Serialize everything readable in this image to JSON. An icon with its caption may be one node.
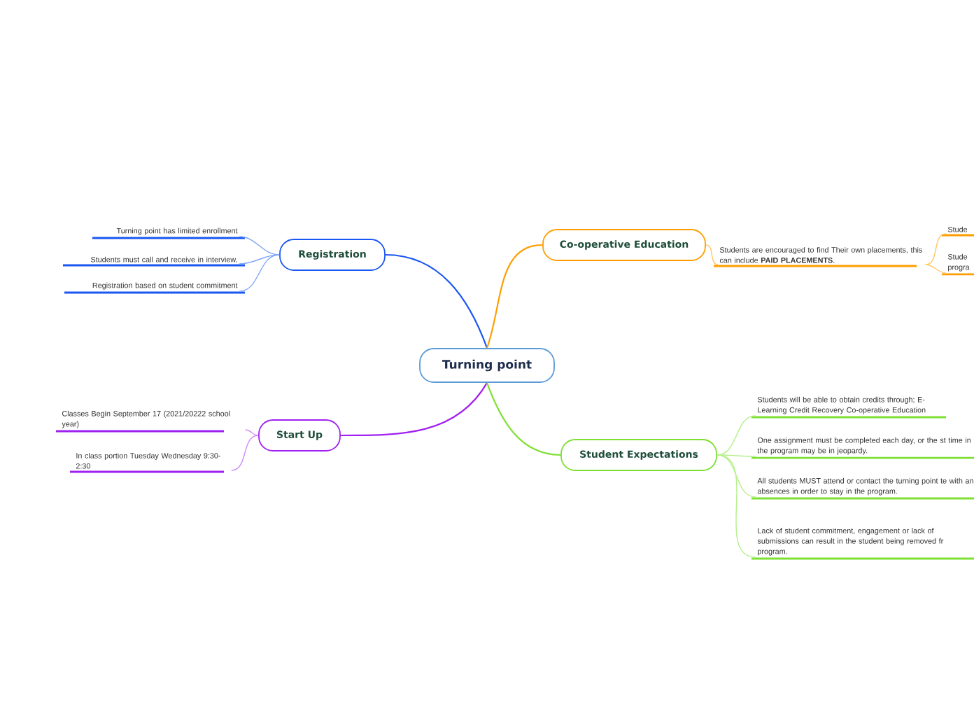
{
  "diagram": {
    "nodes": [
      {
        "text": [
          "Turning point"
        ]
      },
      {
        "text": [
          "Registration"
        ]
      },
      {
        "text": [
          "Co-operative Education"
        ]
      },
      {
        "text": [
          "Start Up"
        ]
      },
      {
        "text": [
          "Student Expectations"
        ]
      },
      {
        "text": [
          "Turning point has limited enrollment"
        ]
      },
      {
        "text": [
          "Students must call and receive  in interview."
        ]
      },
      {
        "text": [
          "Registration based on student commitment"
        ]
      },
      {
        "text": [
          "Students are encouraged to find Their own placements, this can include **PAID PLACEMENTS**."
        ]
      },
      {
        "text": [
          "Stude"
        ]
      },
      {
        "text": [
          "Stude progra"
        ]
      },
      {
        "text": [
          "Classes Begin September 17 (2021/20222 school year)"
        ]
      },
      {
        "text": [
          "In class portion Tuesday Wednesday 9:30-2:30"
        ]
      },
      {
        "text": [
          "Students will be able to obtain credits through; E-Learning Credit Recovery Co-operative Education"
        ]
      },
      {
        "text": [
          "One assignment must be completed each day, or the st time in the program may be in jeopardy."
        ]
      },
      {
        "text": [
          "All students MUST attend or contact the turning point te with an absences in order to stay in the program."
        ]
      },
      {
        "text": [
          "Lack of student commitment, engagement or lack of submissions can result in the student being removed fr program."
        ]
      }
    ],
    "edges": [
      {
        "from": 0,
        "to": 1,
        "arrow": "none",
        "color": "#1a56f0"
      },
      {
        "from": 0,
        "to": 2,
        "arrow": "none",
        "color": "#ff9d00"
      },
      {
        "from": 0,
        "to": 3,
        "arrow": "none",
        "color": "#a020f0"
      },
      {
        "from": 0,
        "to": 4,
        "arrow": "none",
        "color": "#7ee032"
      },
      {
        "from": 1,
        "to": 5,
        "arrow": "none",
        "color": "#7fa6f7"
      },
      {
        "from": 1,
        "to": 6,
        "arrow": "none",
        "color": "#7fa6f7"
      },
      {
        "from": 1,
        "to": 7,
        "arrow": "none",
        "color": "#7fa6f7"
      },
      {
        "from": 2,
        "to": 8,
        "arrow": "none",
        "color": "#ffc766"
      },
      {
        "from": 8,
        "to": 9,
        "arrow": "none",
        "color": "#ffc766"
      },
      {
        "from": 8,
        "to": 10,
        "arrow": "none",
        "color": "#ffc766"
      },
      {
        "from": 3,
        "to": 11,
        "arrow": "none",
        "color": "#cf8cf7"
      },
      {
        "from": 3,
        "to": 12,
        "arrow": "none",
        "color": "#cf8cf7"
      },
      {
        "from": 4,
        "to": 13,
        "arrow": "none",
        "color": "#b5f08c"
      },
      {
        "from": 4,
        "to": 14,
        "arrow": "none",
        "color": "#b5f08c"
      },
      {
        "from": 4,
        "to": 15,
        "arrow": "none",
        "color": "#b5f08c"
      },
      {
        "from": 4,
        "to": 16,
        "arrow": "none",
        "color": "#b5f08c"
      }
    ]
  }
}
